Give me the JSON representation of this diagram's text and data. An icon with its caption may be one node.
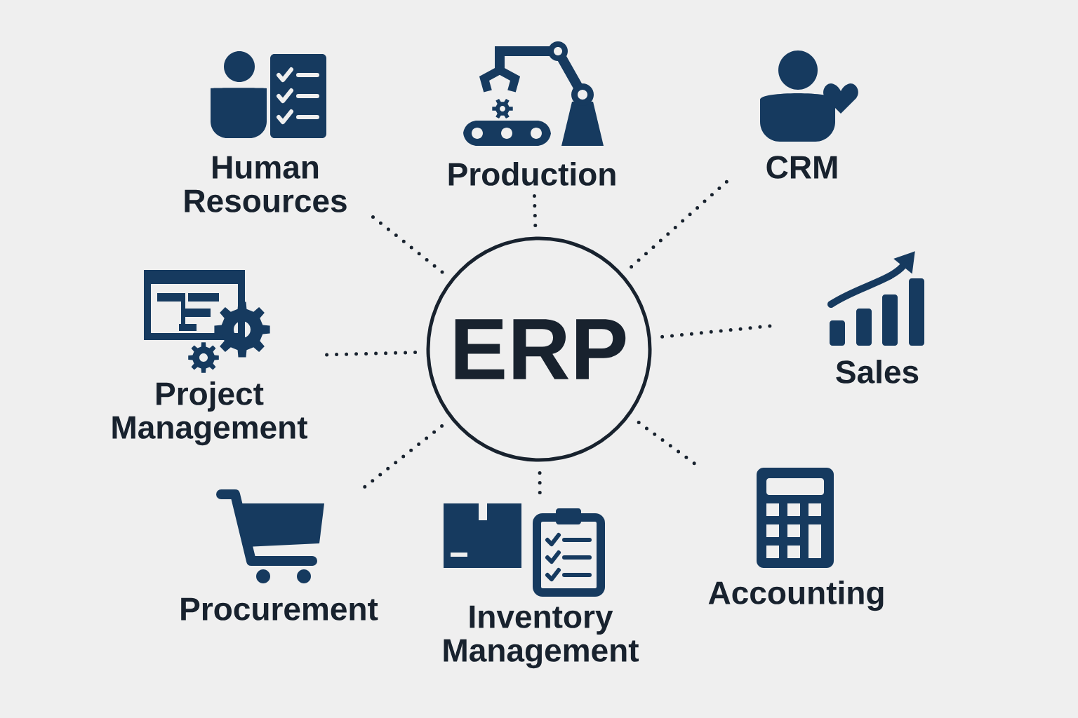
{
  "diagram": {
    "nodes": [
      {
        "text": [
          "ERP"
        ]
      },
      {
        "text": [
          "Human Resources"
        ]
      },
      {
        "text": [
          "Production"
        ]
      },
      {
        "text": [
          "CRM"
        ]
      },
      {
        "text": [
          "Project Management"
        ]
      },
      {
        "text": [
          "Sales"
        ]
      },
      {
        "text": [
          "Procurement"
        ]
      },
      {
        "text": [
          "Inventory Management"
        ]
      },
      {
        "text": [
          "Accounting"
        ]
      }
    ],
    "edges": [
      {
        "from": 0,
        "to": 1,
        "arrow": "none"
      },
      {
        "from": 0,
        "to": 2,
        "arrow": "none"
      },
      {
        "from": 0,
        "to": 3,
        "arrow": "none"
      },
      {
        "from": 0,
        "to": 4,
        "arrow": "none"
      },
      {
        "from": 0,
        "to": 5,
        "arrow": "none"
      },
      {
        "from": 0,
        "to": 6,
        "arrow": "none"
      },
      {
        "from": 0,
        "to": 7,
        "arrow": "none"
      },
      {
        "from": 0,
        "to": 8,
        "arrow": "none"
      }
    ]
  }
}
